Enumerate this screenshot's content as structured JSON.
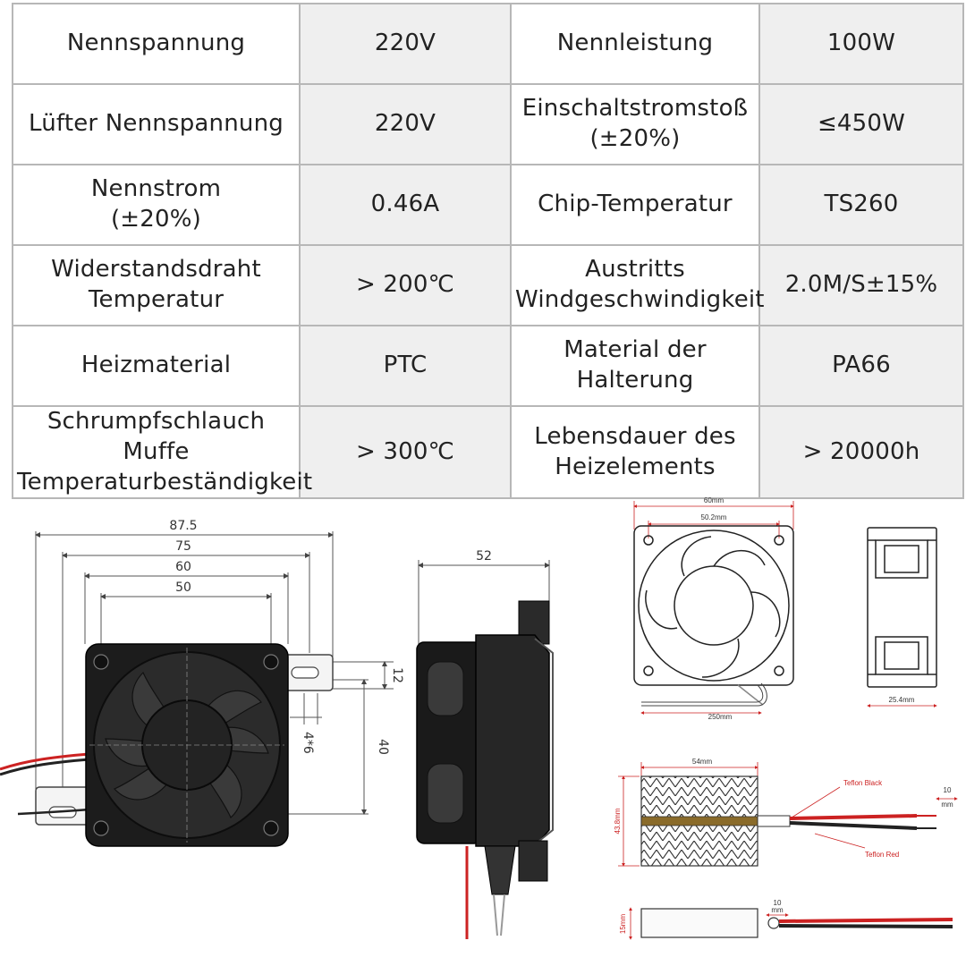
{
  "spec_table": {
    "rows": [
      [
        "Nennspannung",
        "220V",
        "Nennleistung",
        "100W"
      ],
      [
        "Lüfter Nennspannung",
        "220V",
        "Einschaltstromstoß\n(±20%)",
        "≤450W"
      ],
      [
        "Nennstrom\n(±20%)",
        "0.46A",
        "Chip-Temperatur",
        "TS260"
      ],
      [
        "Widerstandsdraht\nTemperatur",
        "> 200℃",
        "Austritts\nWindgeschwindigkeit",
        "2.0M/S±15%"
      ],
      [
        "Heizmaterial",
        "PTC",
        "Material der\nHalterung",
        "PA66"
      ],
      [
        "Schrumpfschlauch Muffe\nTemperaturbeständigkeit",
        "> 300℃",
        "Lebensdauer des\nHeizelements",
        "> 20000h"
      ]
    ]
  },
  "front_view": {
    "dims": {
      "overall": "87.5",
      "mount": "75",
      "fan": "60",
      "hole_spacing": "50",
      "slot_height": "12",
      "holes": "4*6",
      "height": "40"
    }
  },
  "side_view": {
    "dims": {
      "depth": "52"
    }
  },
  "fan_spec": {
    "dims": {
      "width": "60mm",
      "hole_spacing": "50.2mm",
      "cable": "250mm",
      "depth": "25.4mm"
    }
  },
  "heater_spec": {
    "dims": {
      "length": "54mm",
      "height": "43.8mm",
      "wire_strip": "10",
      "wire_strip_unit": "mm",
      "thickness": "15mm"
    },
    "labels": {
      "wire_black": "Teflon Black",
      "wire_red": "Teflon Red"
    }
  }
}
